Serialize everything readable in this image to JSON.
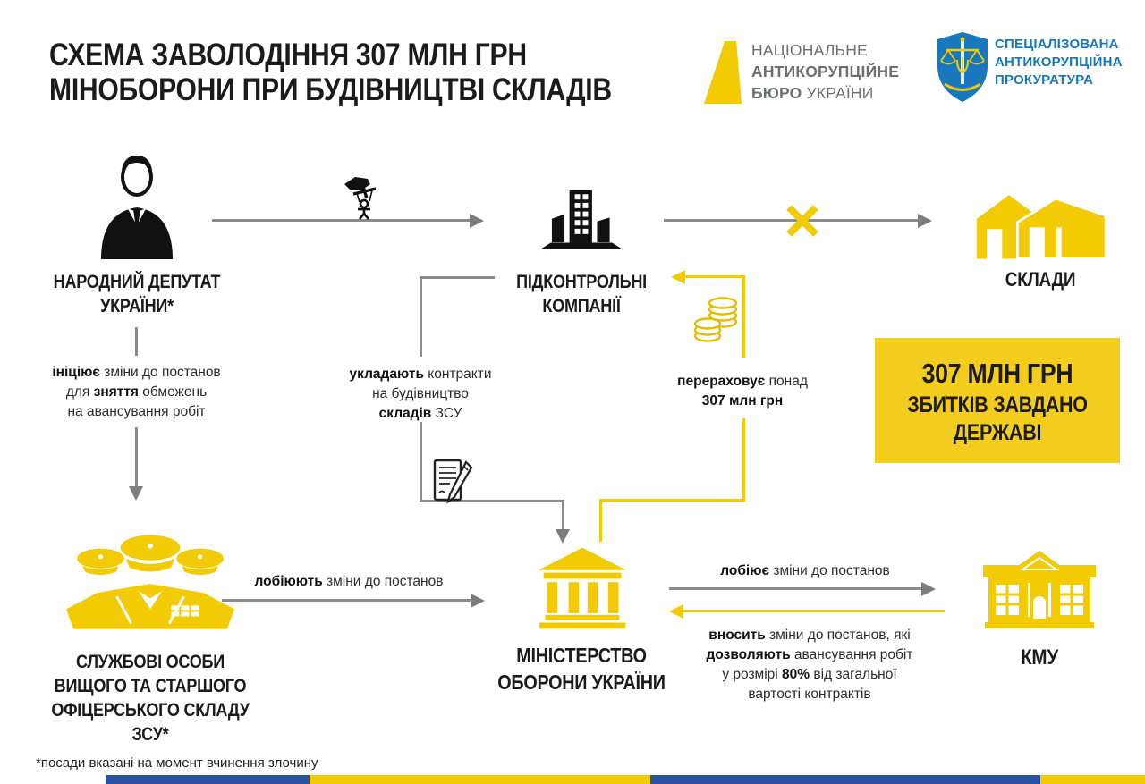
{
  "title": {
    "line1": "СХЕМА ЗАВОЛОДІННЯ 307 МЛН ГРН",
    "line2": "МІНОБОРОНИ ПРИ БУДІВНИЦТВІ СКЛАДІВ"
  },
  "logos": {
    "nabu": {
      "line1": "НАЦІОНАЛЬНЕ",
      "line2": "АНТИКОРУПЦІЙНЕ",
      "line3_bold": "БЮРО",
      "line3_rest": " УКРАЇНИ",
      "mark": "yellow-wedge",
      "text_color": "#6d6e71",
      "accent": "#F2CB05"
    },
    "sap": {
      "line1": "СПЕЦІАЛІЗОВАНА",
      "line2": "АНТИКОРУПЦІЙНА",
      "line3": "ПРОКУРАТУРА",
      "mark": "blue-shield-with-scales",
      "color": "#1878BD"
    }
  },
  "nodes": {
    "deputy": {
      "icon": "businessman-icon",
      "label_line1": "НАРОДНИЙ ДЕПУТАТ",
      "label_line2": "УКРАЇНИ*"
    },
    "companies": {
      "icon": "city-buildings-icon",
      "label_line1": "ПІДКОНТРОЛЬНІ",
      "label_line2": "КОМПАНІЇ"
    },
    "warehouses": {
      "icon": "warehouse-icon",
      "label": "СКЛАДИ"
    },
    "officers": {
      "icon": "military-officers-icon",
      "label_lines": [
        "СЛУЖБОВІ ОСОБИ",
        "ВИЩОГО ТА СТАРШОГО",
        "ОФІЦЕРСЬКОГО СКЛАДУ",
        "ЗСУ*"
      ]
    },
    "ministry": {
      "icon": "government-columns-icon",
      "label_line1": "МІНІСТЕРСТВО",
      "label_line2": "ОБОРОНИ УКРАЇНИ"
    },
    "kmu": {
      "icon": "government-house-icon",
      "label": "КМУ"
    }
  },
  "damage_box": {
    "line1": "307 МЛН ГРН",
    "line2": "ЗБИТКІВ ЗАВДАНО",
    "line3": "ДЕРЖАВІ",
    "bg": "#F2CD1E"
  },
  "edges": {
    "initiates": {
      "l1b": "ініціює",
      "l1": " зміни до постанов",
      "l2a": "для ",
      "l2b": "зняття",
      "l2c": " обмежень",
      "l3": "на авансування робіт"
    },
    "contracts": {
      "l1b": "укладають",
      "l1": " контракти",
      "l2": "на будівництво",
      "l3b": "складів",
      "l3": " ЗСУ"
    },
    "transfers": {
      "l1b": "перераховує",
      "l1": " понад",
      "l2b": "307 млн грн"
    },
    "lobby_plural": {
      "b": "лобіюють",
      "rest": " зміни до постанов"
    },
    "lobby_single": {
      "b": "лобіює",
      "rest": " зміни до постанов"
    },
    "amends": {
      "l1b": "вносить",
      "l1": " зміни до постанов, які",
      "l2b": "дозволяють",
      "l2c": " авансування робіт",
      "l3a": "у розмірі ",
      "l3b": "80%",
      "l3c": " від загальної",
      "l4": "вартості контрактів"
    },
    "blocked_mark": "yellow-x",
    "money_icon": "coin-stacks-icon",
    "contract_icon": "contract-pen-icon",
    "control_icon": "puppeteer-hand-icon"
  },
  "footnote": "*посади вказані на момент вчинення злочину",
  "colors": {
    "accent_yellow": "#F2CB05",
    "box_yellow": "#F2CD1E",
    "line_gray": "#8b8b8b",
    "text_black": "#1b1b1b",
    "flag_blue": "#2A52A0"
  },
  "bottom_stripe": {
    "segments": [
      "blue",
      "yellow",
      "blue",
      "yellow"
    ]
  }
}
